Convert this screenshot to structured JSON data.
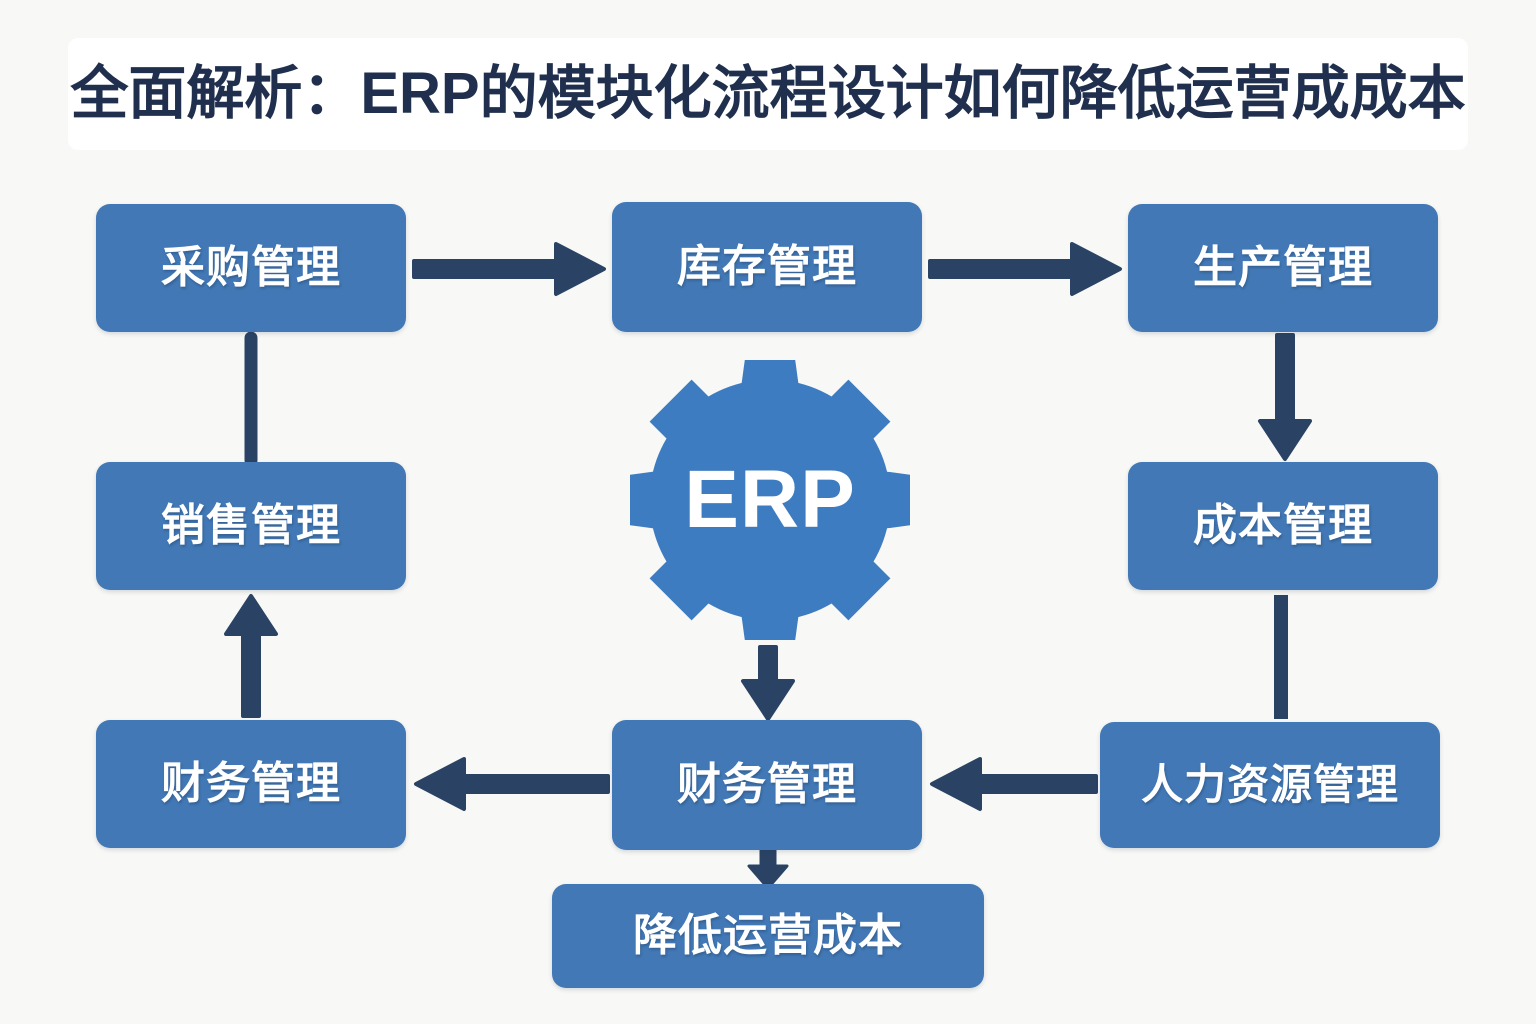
{
  "meta": {
    "background_color": "#f8f8f6",
    "node_color": "#4178b5",
    "arrow_color": "#2a4365",
    "title_color": "#1f2f4d",
    "gear_color": "#3d7cc0"
  },
  "header": {
    "title": "全面解析：ERP的模块化流程设计如何降低运营成成本"
  },
  "center": {
    "icon": "gear-icon",
    "label": "ERP"
  },
  "nodes": [
    {
      "id": "procurement",
      "label": "采购管理"
    },
    {
      "id": "inventory",
      "label": "库存管理"
    },
    {
      "id": "production",
      "label": "生产管理"
    },
    {
      "id": "sales",
      "label": "销售管理"
    },
    {
      "id": "cost",
      "label": "成本管理"
    },
    {
      "id": "finance_left",
      "label": "财务管理"
    },
    {
      "id": "finance_mid",
      "label": "财务管理"
    },
    {
      "id": "hr",
      "label": "人力资源管理"
    },
    {
      "id": "outcome",
      "label": "降低运营成本"
    }
  ],
  "connectors": [
    {
      "id": "procurement-to-inventory",
      "from": "procurement",
      "to": "inventory",
      "direction": "right",
      "arrowhead": true
    },
    {
      "id": "inventory-to-production",
      "from": "inventory",
      "to": "production",
      "direction": "right",
      "arrowhead": true
    },
    {
      "id": "procurement-to-sales",
      "from": "procurement",
      "to": "sales",
      "direction": "down",
      "arrowhead": false
    },
    {
      "id": "production-to-cost",
      "from": "production",
      "to": "cost",
      "direction": "down",
      "arrowhead": true
    },
    {
      "id": "finance-left-to-sales",
      "from": "finance_left",
      "to": "sales",
      "direction": "up",
      "arrowhead": true
    },
    {
      "id": "cost-to-hr",
      "from": "cost",
      "to": "hr",
      "direction": "down",
      "arrowhead": false
    },
    {
      "id": "gear-to-finance-mid",
      "from": "center",
      "to": "finance_mid",
      "direction": "down",
      "arrowhead": true
    },
    {
      "id": "finance-mid-to-finance-left",
      "from": "finance_mid",
      "to": "finance_left",
      "direction": "left",
      "arrowhead": true
    },
    {
      "id": "hr-to-finance-mid",
      "from": "hr",
      "to": "finance_mid",
      "direction": "left",
      "arrowhead": true
    },
    {
      "id": "finance-mid-to-outcome",
      "from": "finance_mid",
      "to": "outcome",
      "direction": "down",
      "arrowhead": true
    }
  ]
}
